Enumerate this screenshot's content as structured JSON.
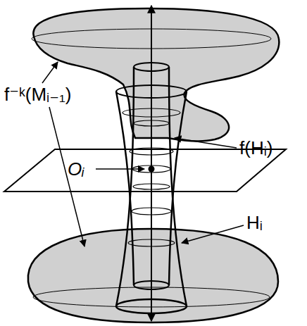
{
  "diagram": {
    "labels": [
      "f⁻ᵏ(Mᵢ₋₁)",
      "f(Hᵢ)",
      "Oᵢ",
      "Hᵢ"
    ]
  }
}
